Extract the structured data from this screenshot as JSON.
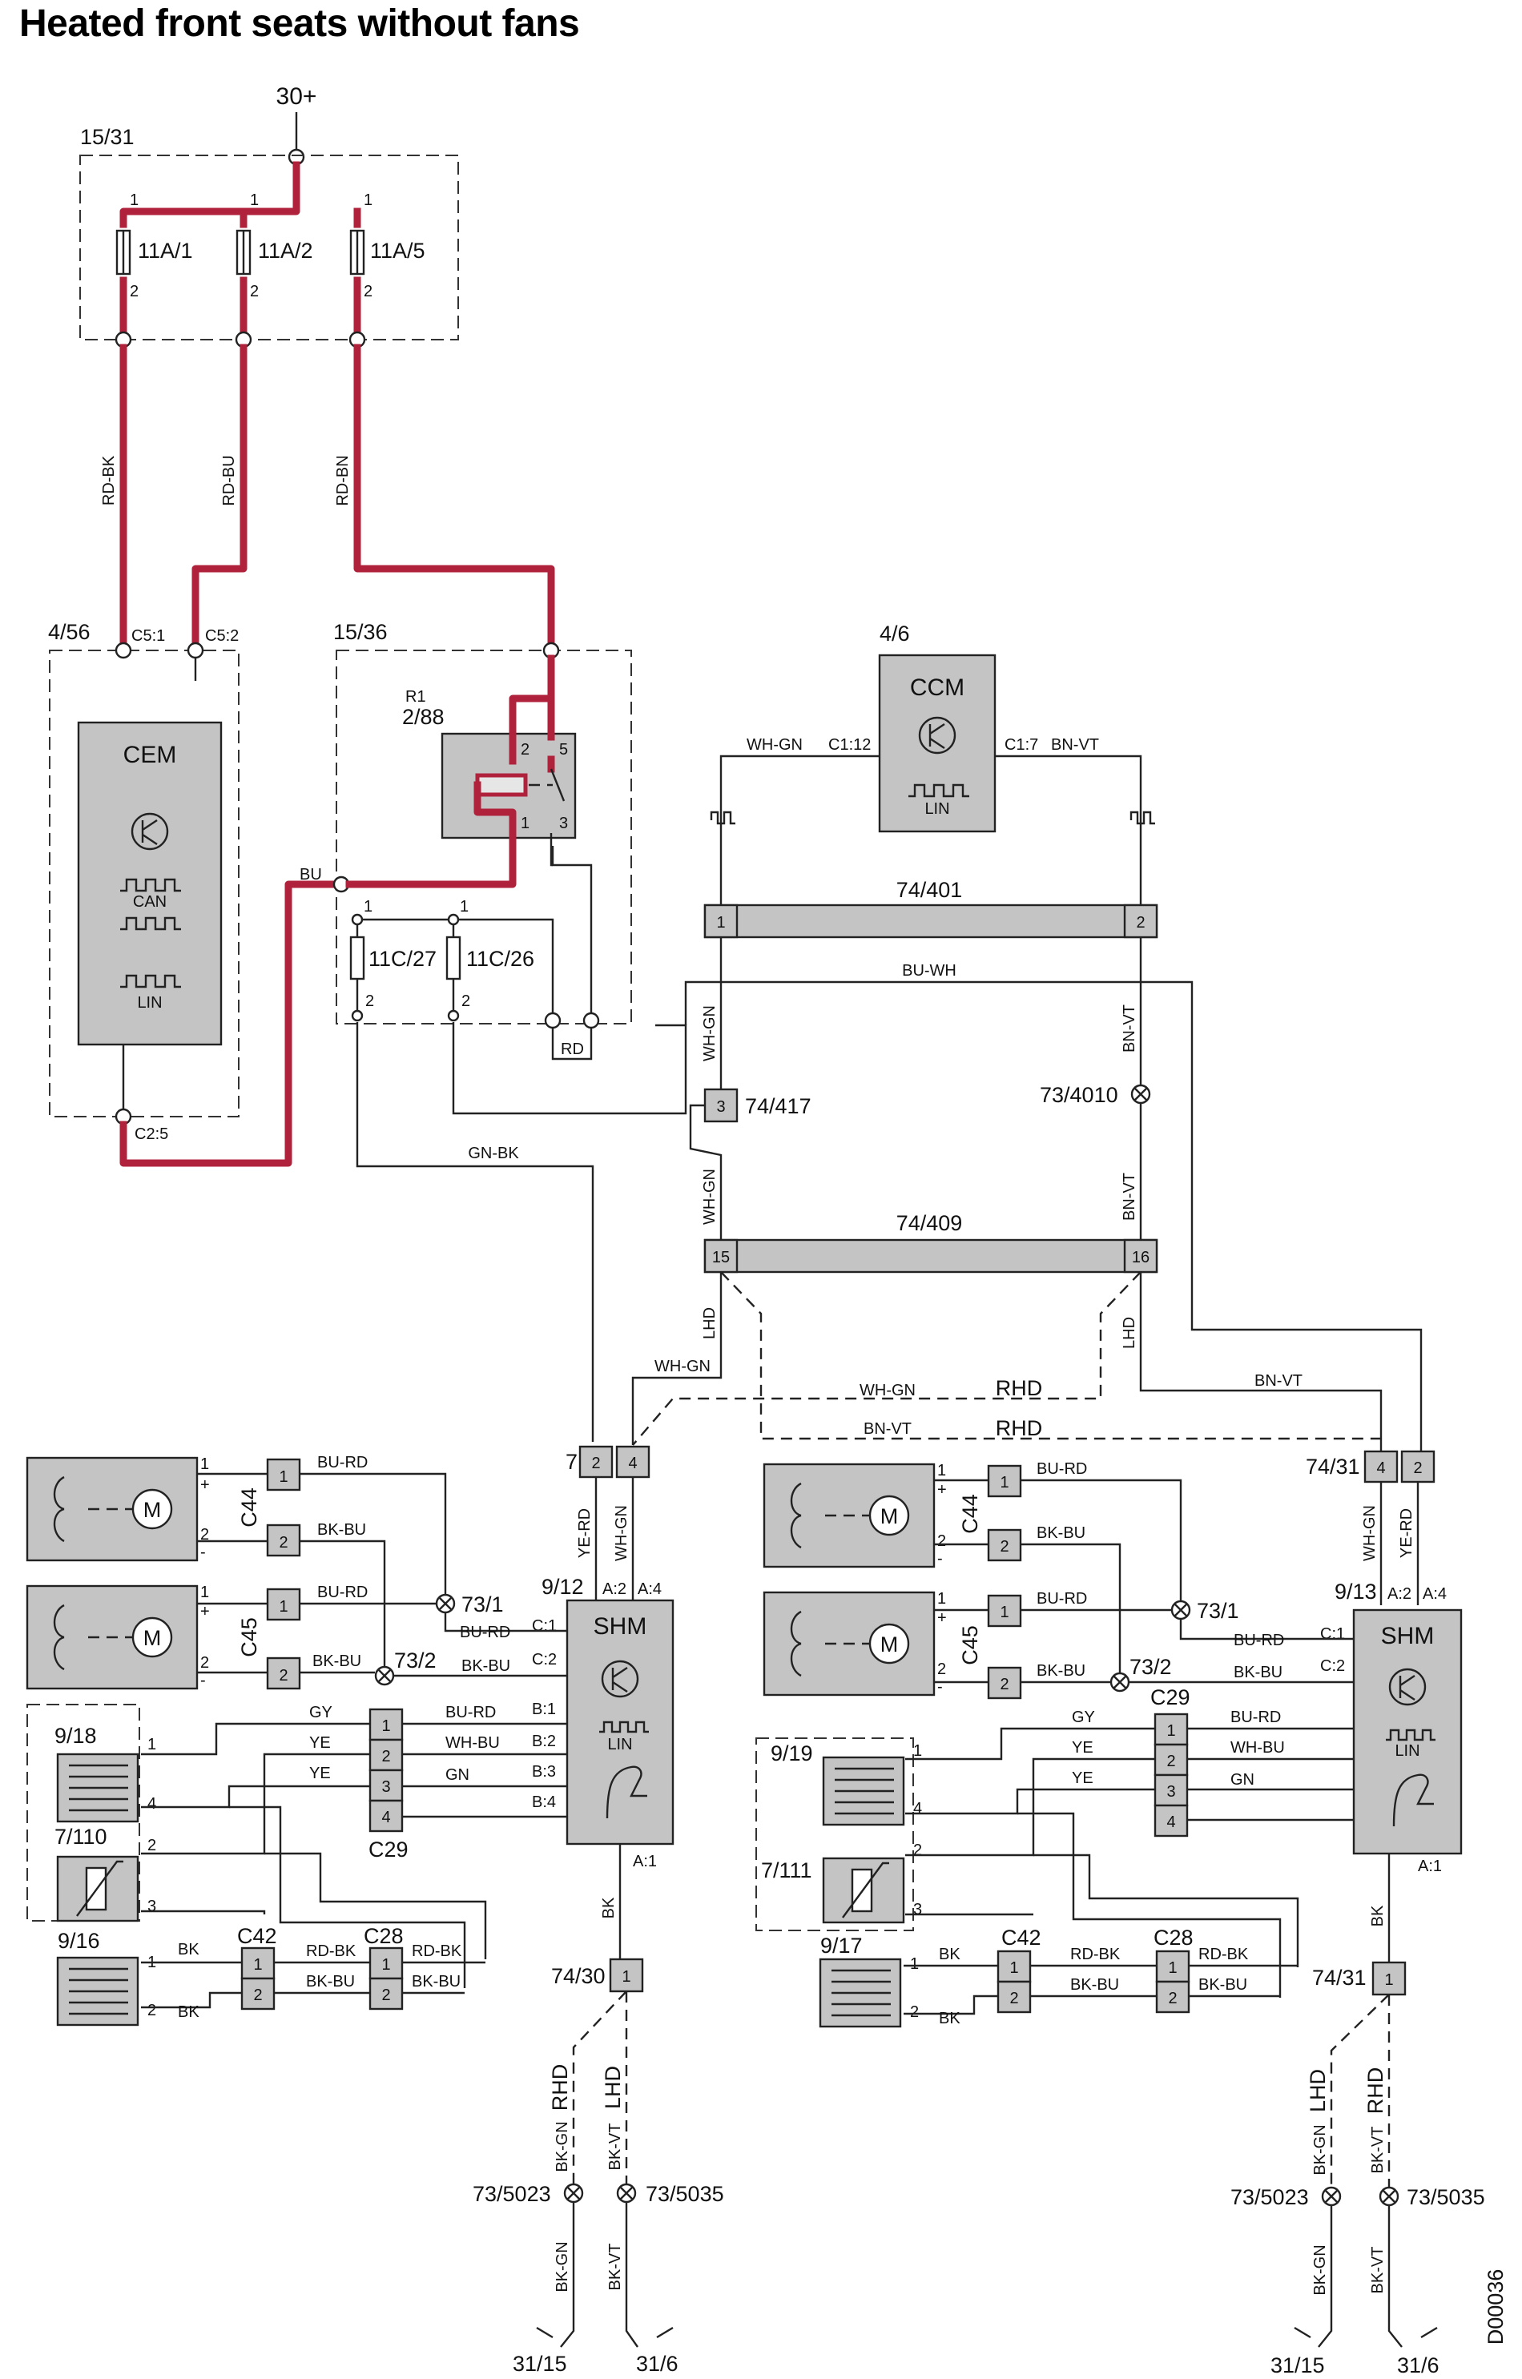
{
  "title": "Heated front seats without fans",
  "drawing_id": "D00036",
  "supply": "30+",
  "fuse_box": {
    "id": "15/31",
    "fuses": [
      "11A/1",
      "11A/2",
      "11A/5"
    ]
  },
  "fuse_wires": [
    "RD-BK",
    "RD-BU",
    "RD-BN"
  ],
  "cem": {
    "id": "4/56",
    "name": "CEM",
    "pins": [
      "C5:1",
      "C5:2",
      "C2:5"
    ],
    "bus": [
      "CAN",
      "LIN"
    ]
  },
  "relay_box": {
    "id": "15/36",
    "relay_label": "R1",
    "relay_id": "2/88",
    "fuses": [
      "11C/27",
      "11C/26"
    ],
    "bu_label": "BU",
    "rd_label": "RD"
  },
  "ccm": {
    "id": "4/6",
    "name": "CCM",
    "pins": [
      "C1:12",
      "C1:7"
    ],
    "wires": [
      "WH-GN",
      "BN-VT"
    ],
    "bus": "LIN"
  },
  "connectors": {
    "c401": "74/401",
    "c417": "74/417",
    "c409": "74/409",
    "c731": "74/31",
    "c730": "74/30",
    "c74_31b": "74/31"
  },
  "mid_wires": {
    "bu_wh": "BU-WH",
    "wh_gn": "WH-GN",
    "bn_vt": "BN-VT",
    "gn_bk": "GN-BK",
    "splice": "73/4010",
    "lhd": "LHD",
    "rhd": "RHD"
  },
  "left_seat": {
    "shm_id": "9/12",
    "shm": "SHM",
    "shm_pins": [
      "A:2",
      "A:4",
      "C:1",
      "C:2",
      "B:1",
      "B:2",
      "B:3",
      "B:4",
      "A:1"
    ],
    "fan_connectors": [
      "C44",
      "C45"
    ],
    "splices": [
      "73/1",
      "73/2"
    ],
    "heater_back": "9/18",
    "sensor": "7/110",
    "heater_cushion": "9/16",
    "connectors": [
      "C29",
      "C42",
      "C28"
    ],
    "wires": {
      "bu_rd": "BU-RD",
      "bk_bu": "BK-BU",
      "gy": "GY",
      "ye": "YE",
      "wh_bu": "WH-BU",
      "gn": "GN",
      "rd_bk": "RD-BK",
      "bk": "BK",
      "ye_rd": "YE-RD",
      "wh_gn": "WH-GN",
      "bk_gn": "BK-GN",
      "bk_vt": "BK-VT"
    },
    "ground_splices": [
      "73/5023",
      "73/5035"
    ],
    "grounds": [
      "31/15",
      "31/6"
    ],
    "ground_conn": "74/30"
  },
  "right_seat": {
    "shm_id": "9/13",
    "shm": "SHM",
    "heater_back": "9/19",
    "sensor": "7/111",
    "heater_cushion": "9/17",
    "splices": [
      "73/1",
      "73/2"
    ],
    "ground_splices": [
      "73/5023",
      "73/5035"
    ],
    "grounds": [
      "31/15",
      "31/6"
    ],
    "ground_conn": "74/31"
  }
}
